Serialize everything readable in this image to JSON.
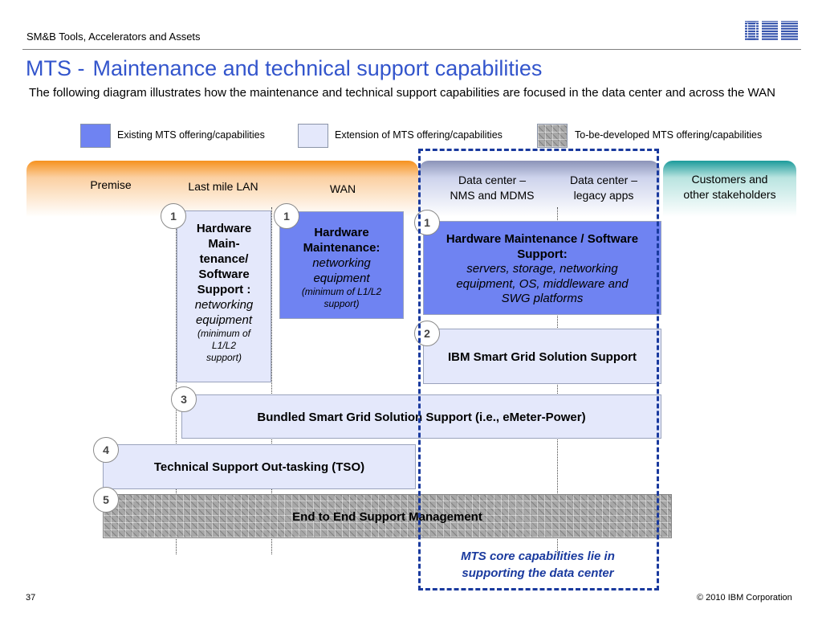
{
  "header": {
    "breadcrumb": "SM&B Tools, Accelerators and Assets",
    "logo_text": "IBM"
  },
  "title": {
    "prefix": "MTS -",
    "main": "Maintenance and technical support capabilities"
  },
  "intro": "The following diagram illustrates how the maintenance and technical support capabilities are focused in the data center and across the WAN",
  "legend": {
    "existing": "Existing MTS offering/capabilities",
    "extension": "Extension of MTS offering/capabilities",
    "tbd": "To-be-developed MTS offering/capabilities"
  },
  "columns": {
    "premise": "Premise",
    "last_mile": "Last mile LAN",
    "wan": "WAN",
    "dc_nms_1": "Data center –",
    "dc_nms_2": "NMS and MDMS",
    "dc_legacy_1": "Data center –",
    "dc_legacy_2": "legacy apps",
    "customers_1": "Customers and",
    "customers_2": "other stakeholders"
  },
  "boxes": {
    "lan": {
      "num": "1",
      "l1": "Hardware",
      "l2": "Main-",
      "l3": "tenance/",
      "l4": "Software",
      "l5": "Support :",
      "i1": "networking",
      "i2": "equipment",
      "s1": "(minimum of",
      "s2": "L1/L2",
      "s3": "support)"
    },
    "wan": {
      "num": "1",
      "l1": "Hardware",
      "l2": "Maintenance:",
      "i1": "networking",
      "i2": "equipment",
      "s1": "(minimum of L1/L2",
      "s2": "support)"
    },
    "dc": {
      "num": "1",
      "l1": "Hardware Maintenance / Software",
      "l2": "Support:",
      "i1": "servers, storage, networking",
      "i2": "equipment, OS, middleware and",
      "i3": "SWG platforms"
    },
    "smart_grid": {
      "num": "2",
      "label": "IBM Smart Grid Solution Support"
    },
    "bundled": {
      "num": "3",
      "label": "Bundled Smart Grid Solution Support (i.e., eMeter-Power)"
    },
    "tso": {
      "num": "4",
      "label": "Technical Support Out-tasking (TSO)"
    },
    "e2e": {
      "num": "5",
      "label": "End to End Support Management"
    }
  },
  "core_note": {
    "l1": "MTS core capabilities lie in",
    "l2": "supporting the data center"
  },
  "colors": {
    "existing": "#6f83f2",
    "extension": "#e4e8fb",
    "frame": "#1a3a9e",
    "title": "#3355cc"
  },
  "footer": {
    "page": "37",
    "copyright": "© 2010 IBM Corporation"
  }
}
